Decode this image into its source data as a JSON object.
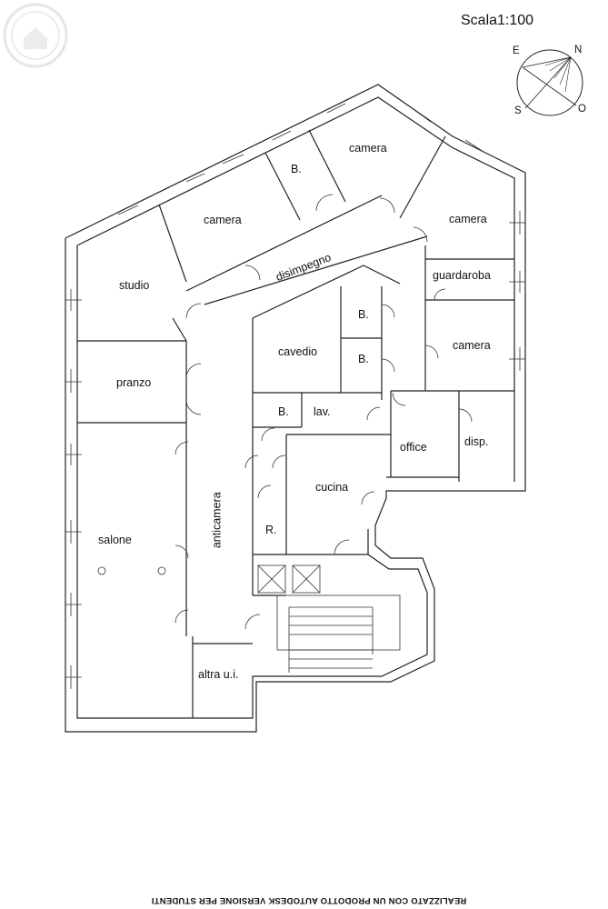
{
  "scale_label": "Scala1:100",
  "compass": {
    "n": "N",
    "e": "E",
    "s": "S",
    "o": "O"
  },
  "rooms": {
    "camera_1": "camera",
    "bagno_1": "B.",
    "camera_2": "camera",
    "camera_3": "camera",
    "studio": "studio",
    "disimpegno": "disimpegno",
    "guardaroba": "guardaroba",
    "bagno_2": "B.",
    "cavedio": "cavedio",
    "bagno_3": "B.",
    "camera_4": "camera",
    "pranzo": "pranzo",
    "bagno_4": "B.",
    "lavanderia": "lav.",
    "office": "office",
    "disp": "disp.",
    "cucina": "cucina",
    "anticamera": "anticamera",
    "salone": "salone",
    "ripostiglio": "R.",
    "altra_ui": "altra u.i."
  },
  "footer": "REALIZZATO CON UN PRODOTTO AUTODESK VERSIONE PER STUDENTI",
  "colors": {
    "wall": "#222222",
    "background": "#ffffff"
  },
  "icons": {
    "logo": "house-logo-icon",
    "compass": "compass-icon"
  }
}
